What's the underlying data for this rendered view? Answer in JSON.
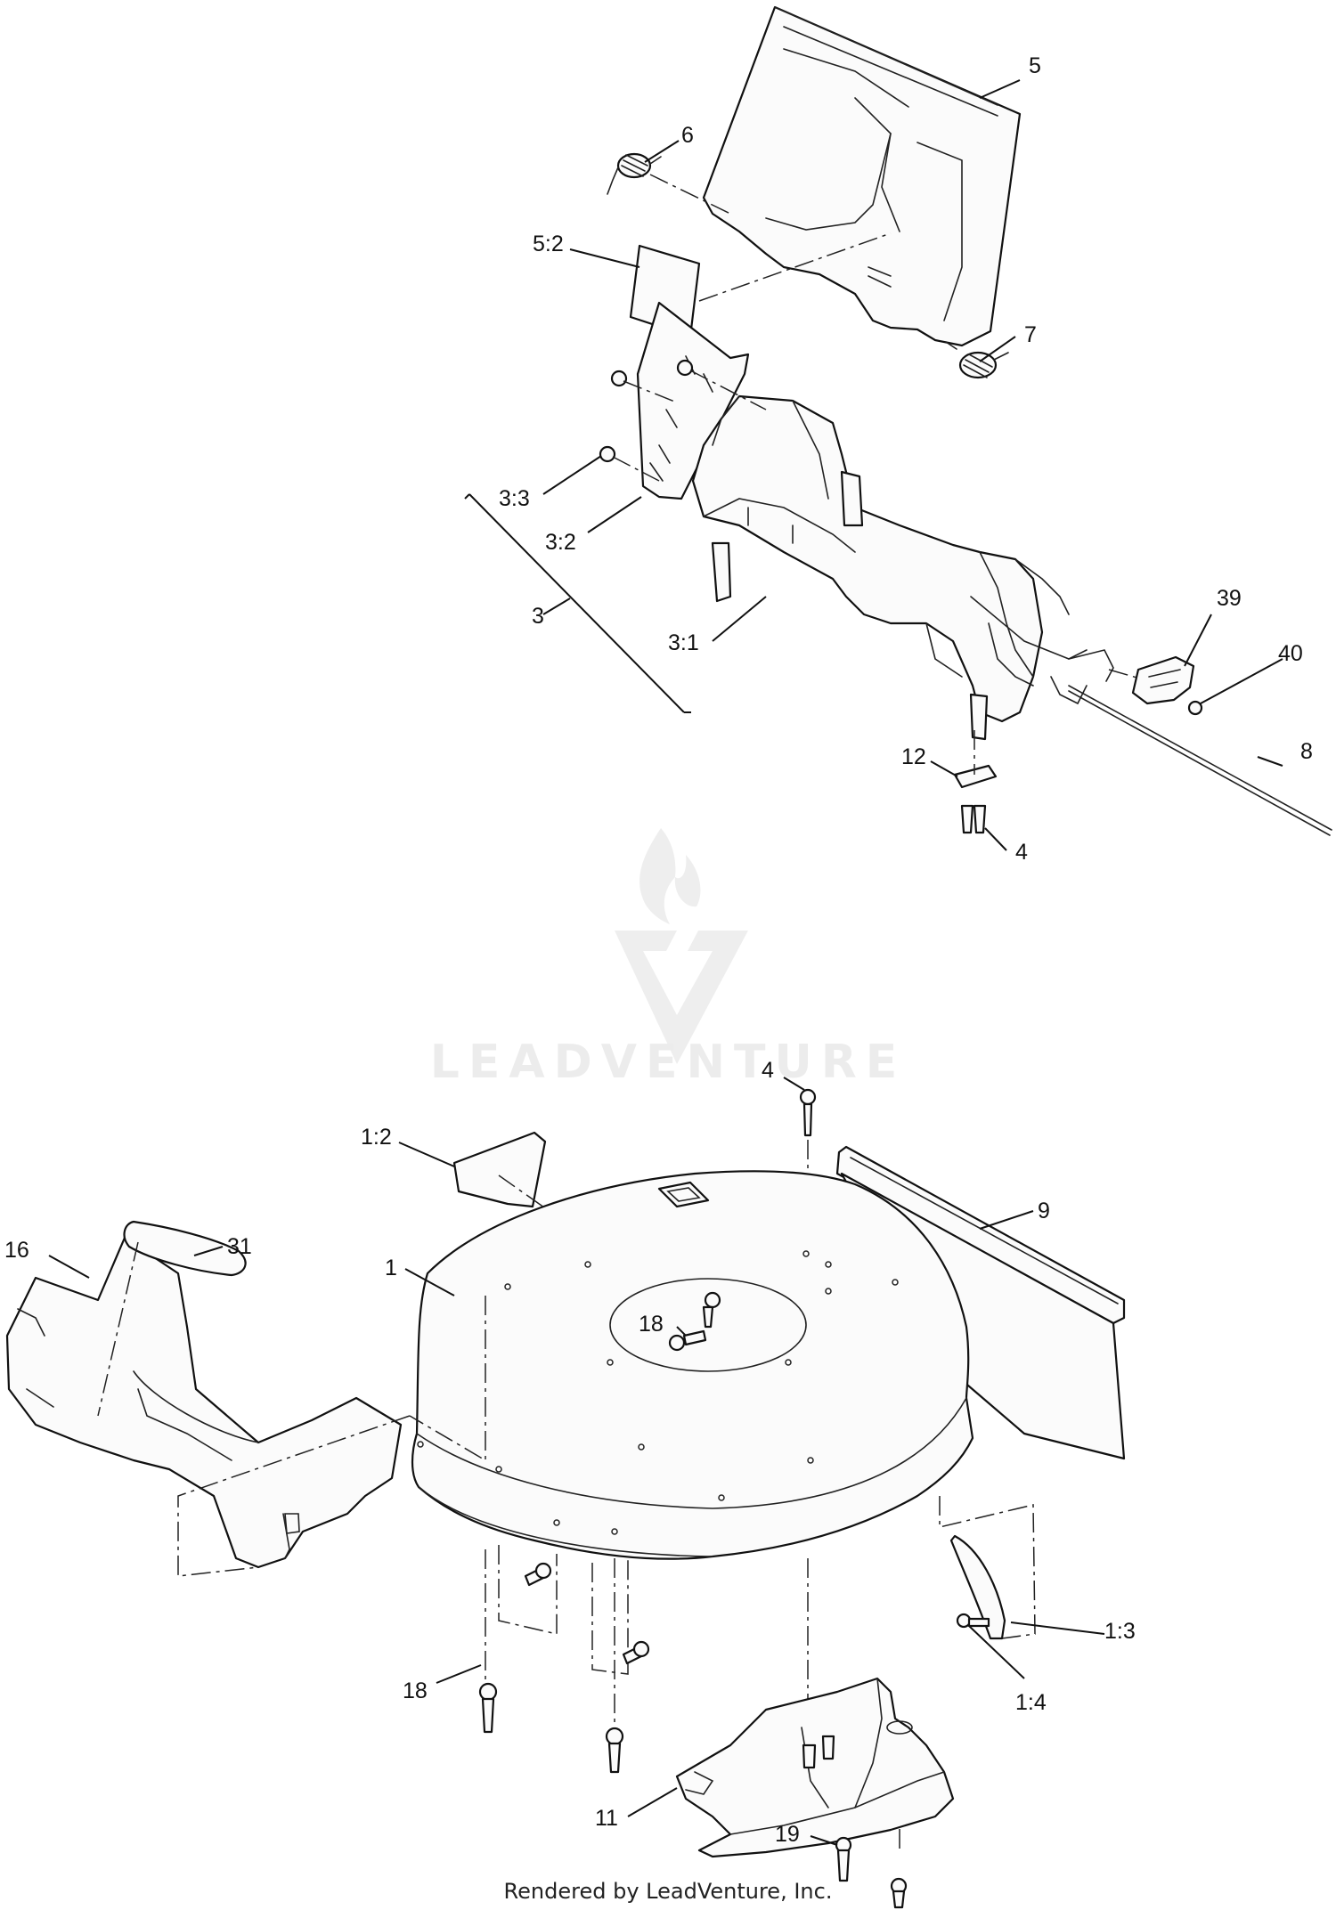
{
  "diagram": {
    "callouts": {
      "c5": "5",
      "c6": "6",
      "c5_2": "5:2",
      "c7": "7",
      "c3_3": "3:3",
      "c3_2": "3:2",
      "c3": "3",
      "c3_1": "3:1",
      "c39": "39",
      "c40": "40",
      "c8": "8",
      "c12": "12",
      "c4_top": "4",
      "c4_deck": "4",
      "c1_2": "1:2",
      "c9": "9",
      "c16": "16",
      "c31": "31",
      "c1": "1",
      "c18_center": "18",
      "c1_3": "1:3",
      "c1_4": "1:4",
      "c18_lower": "18",
      "c11": "11",
      "c19": "19"
    },
    "watermark": "LEADVENTURE",
    "footer": "Rendered by LeadVenture, Inc."
  }
}
